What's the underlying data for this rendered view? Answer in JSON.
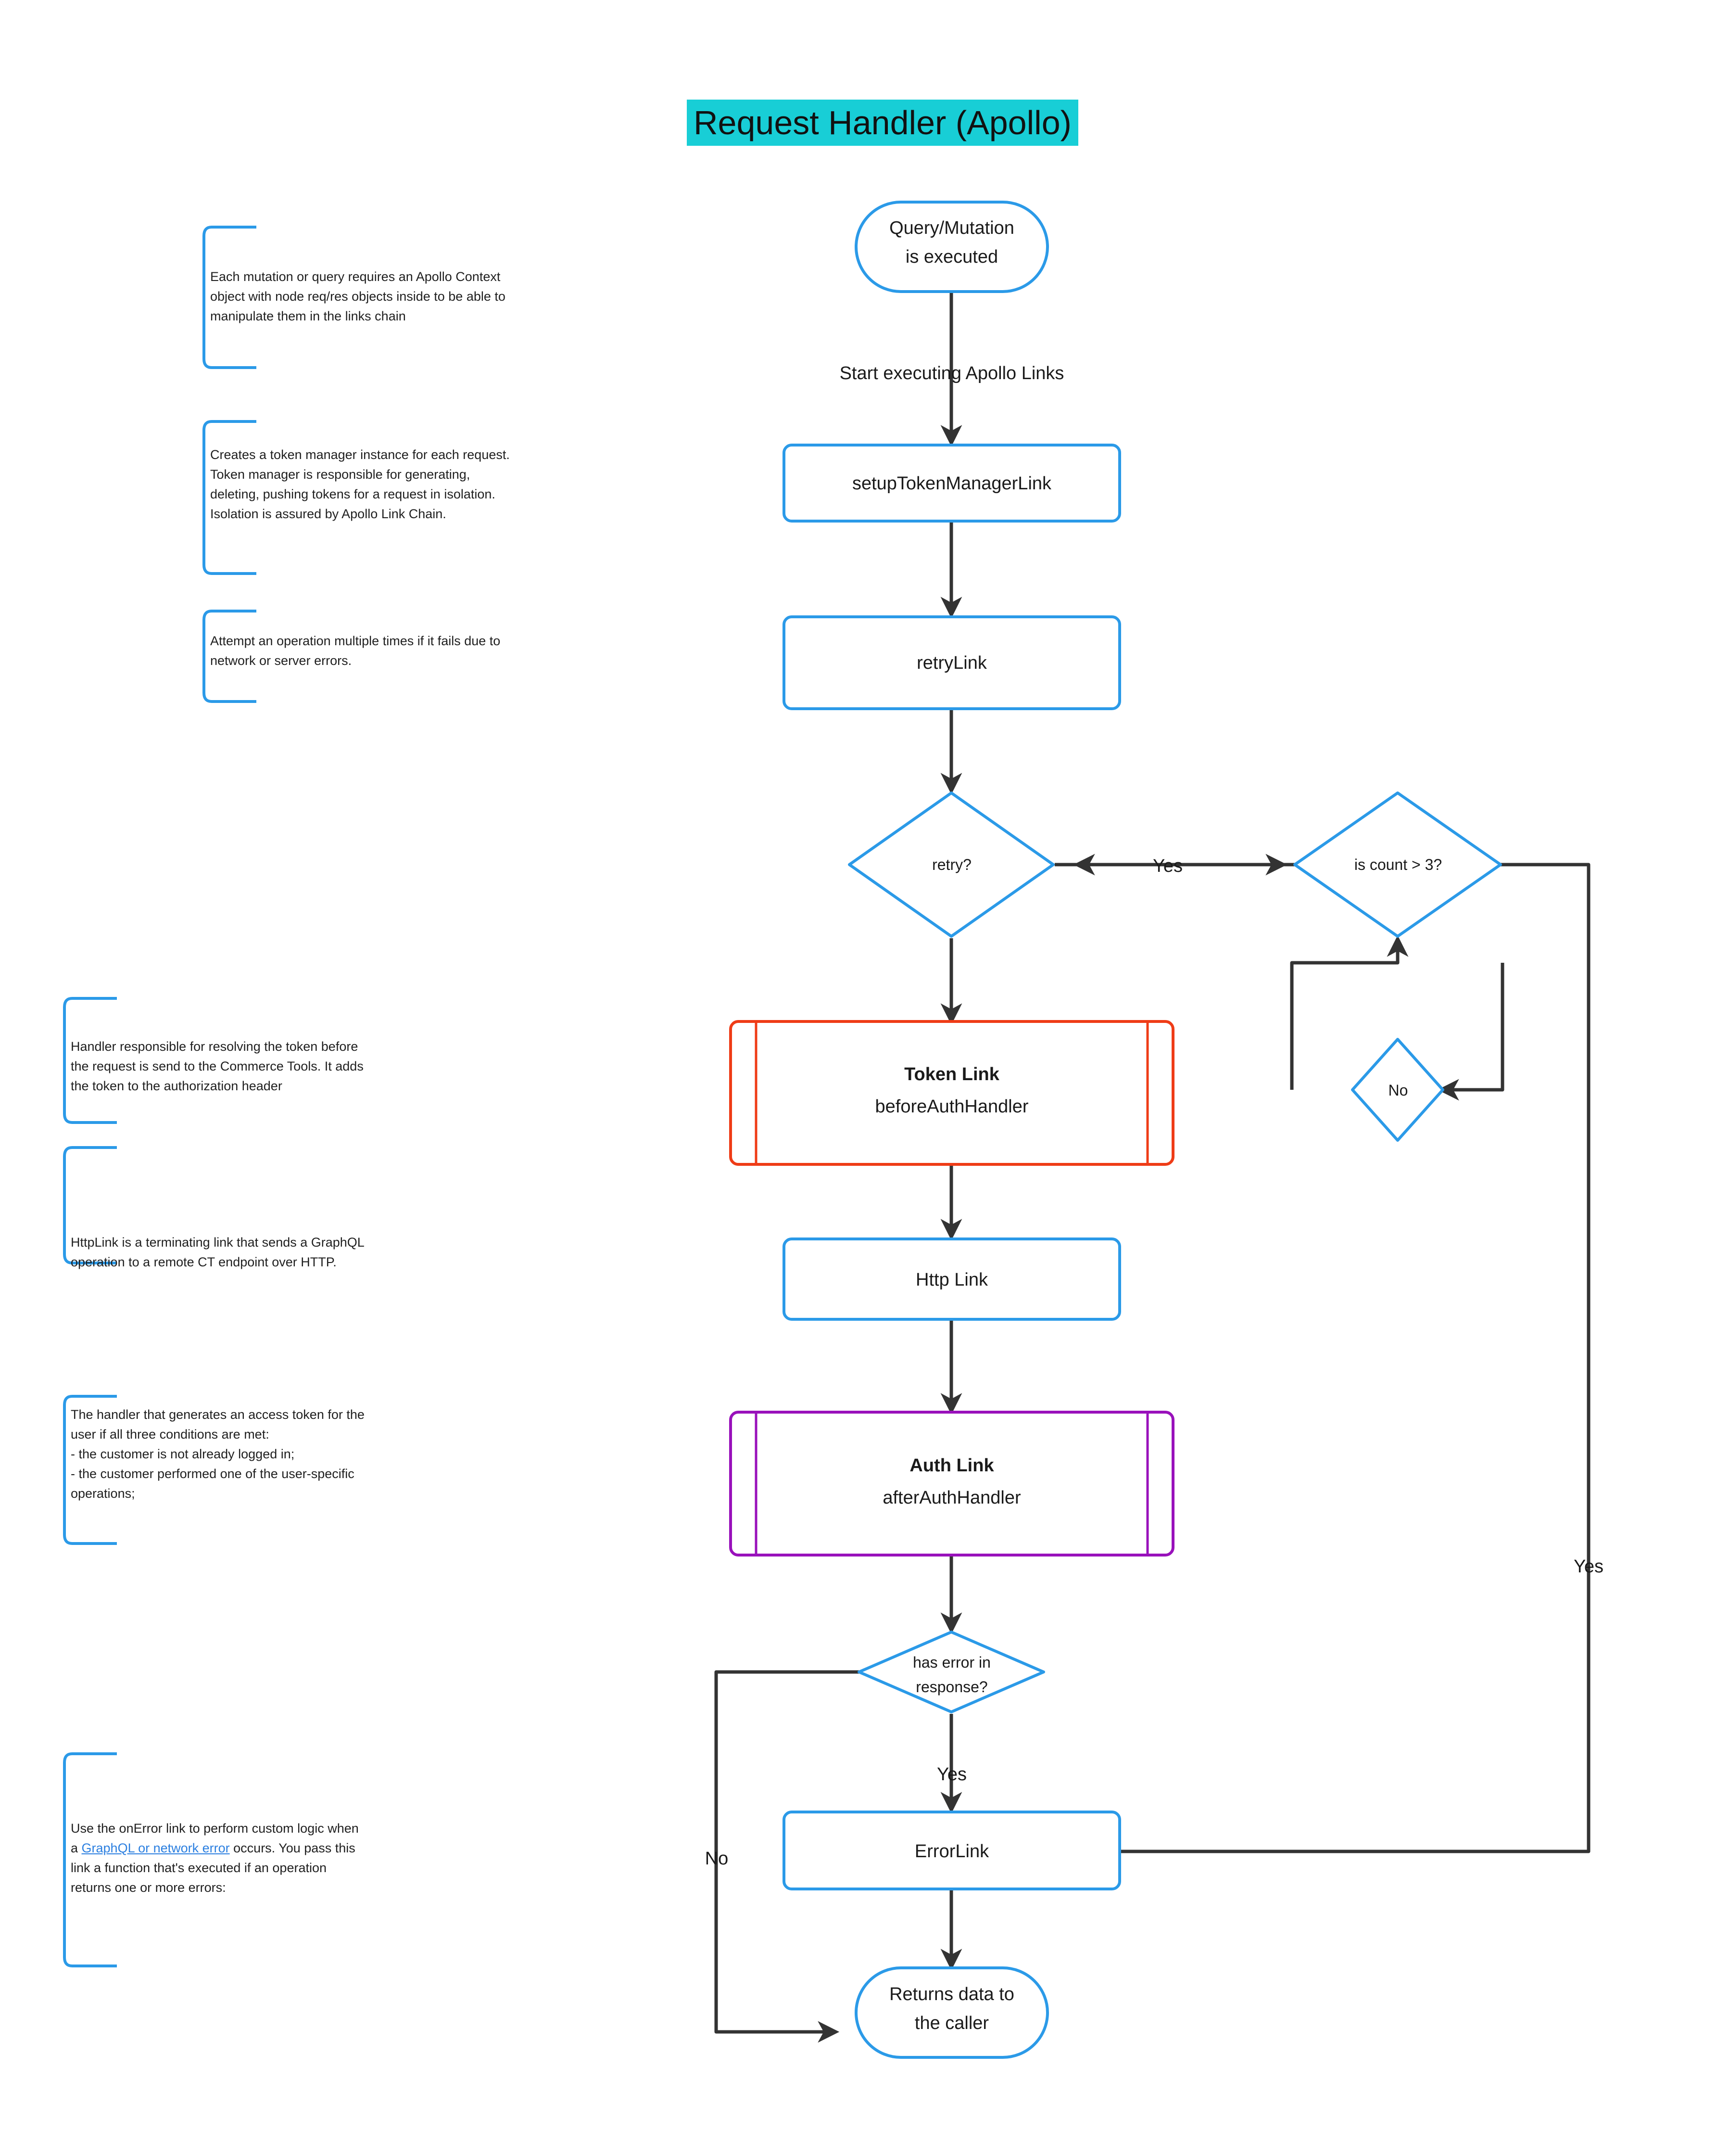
{
  "title": "Request Handler (Apollo)",
  "theme": {
    "title_highlight": "#18ced6",
    "flow_blue": "#2b9ae8",
    "token_link_red": "#ef3c17",
    "auth_link_purple": "#9911bb",
    "edge_black": "#333333",
    "note_bracket_blue": "#2b9ae8",
    "link_blue": "#2b7fe0"
  },
  "nodes": {
    "start": {
      "line1": "Query/Mutation",
      "line2": "is executed"
    },
    "setup_token_manager": {
      "label": "setupTokenManagerLink"
    },
    "retry_link": {
      "label": "retryLink"
    },
    "retry_decision": {
      "label": "retry?"
    },
    "count_decision": {
      "label": "is count > 3?"
    },
    "no_decision": {
      "label": "No"
    },
    "token_link": {
      "title": "Token Link",
      "subtitle": "beforeAuthHandler"
    },
    "http_link": {
      "label": "Http Link"
    },
    "auth_link": {
      "title": "Auth Link",
      "subtitle": "afterAuthHandler"
    },
    "error_decision": {
      "line1": "has error in",
      "line2": "response?"
    },
    "error_link": {
      "label": "ErrorLink"
    },
    "end": {
      "line1": "Returns data to",
      "line2": "the caller"
    }
  },
  "edge_labels": {
    "start_to_setup": "Start executing Apollo Links",
    "retry_yes": "Yes",
    "error_yes": "Yes",
    "error_no": "No",
    "errorlink_yes": "Yes"
  },
  "notes": [
    {
      "id": "note-context",
      "text": "Each mutation or query requires an Apollo Context\nobject with node req/res objects inside to be able to\nmanipulate them in the links chain"
    },
    {
      "id": "note-token-manager",
      "text": "Creates a token manager instance for each request.\nToken manager is responsible for generating,\ndeleting, pushing tokens for a request in isolation.\nIsolation is assured by Apollo Link Chain."
    },
    {
      "id": "note-retry",
      "text": "Attempt an operation multiple times if it fails due to\nnetwork or server errors."
    },
    {
      "id": "note-token-link",
      "text": "Handler responsible for resolving the token before\nthe request is send to the Commerce Tools. It adds\nthe token to the authorization header"
    },
    {
      "id": "note-http-link",
      "text": "HttpLink is a terminating link that sends a GraphQL\noperation to a remote CT endpoint over HTTP."
    },
    {
      "id": "note-auth-link",
      "text": "The handler that generates an access token for the\nuser if all three conditions are met:\n- the customer is not already logged in;\n- the customer performed one of the user-specific\noperations;"
    }
  ],
  "note_error": {
    "id": "note-error-link",
    "prefix": "Use the onError link to perform custom logic when\na ",
    "link_text": "GraphQL or network error",
    "suffix": " occurs. You pass this\nlink a function that's executed if an operation\nreturns one or more errors:"
  }
}
